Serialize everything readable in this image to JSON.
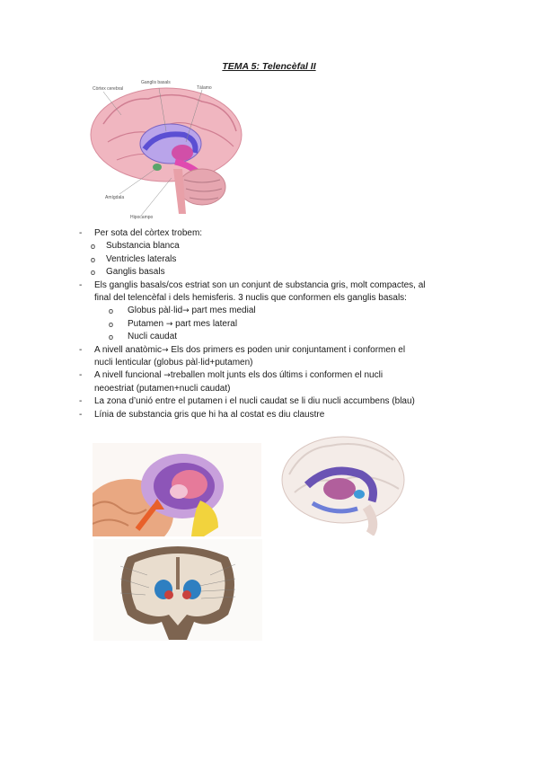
{
  "title": "TEMA 5: Telencèfal II",
  "figure1": {
    "labels": [
      "Còrtex cerebral",
      "Ganglis basals",
      "Tàlamo",
      "Amígdala",
      "Hipocampo"
    ]
  },
  "bullets": [
    {
      "text": "Per sota del còrtex trobem:"
    },
    {
      "sub": [
        "Substancia blanca",
        "Ventricles laterals",
        "Ganglis basals"
      ]
    },
    {
      "lines": [
        "Els ganglis basals/cos estriat son un conjunt de substancia gris, molt compactes, al",
        "final del telencèfal i dels hemisferis. 3 nuclis que conformen els ganglis basals:"
      ]
    },
    {
      "subsub": [
        {
          "a": "Globus pàl·lid",
          "b": " part mes medial"
        },
        {
          "a": "Putamen ",
          "b": " part mes lateral"
        },
        {
          "a": "Nucli caudat",
          "b": ""
        }
      ]
    },
    {
      "a": "A nivell anatòmic",
      "b": " Els dos primers es poden unir conjuntament i conformen el",
      "c": "nucli lenticular (globus pàl·lid+putamen)"
    },
    {
      "a": "A nivell funcional ",
      "b": "treballen molt junts els dos últims i conformen el  nucli",
      "c": "neoestriat (putamen+nucli caudat)"
    },
    {
      "text": "La zona d’unió entre el putamen i el nucli caudat se li diu nucli accumbens (blau)"
    },
    {
      "text": "Línia de substancia gris que hi ha al costat es diu claustre"
    }
  ],
  "marks": {
    "dash": "-",
    "circle": "o",
    "arrow": "→"
  }
}
